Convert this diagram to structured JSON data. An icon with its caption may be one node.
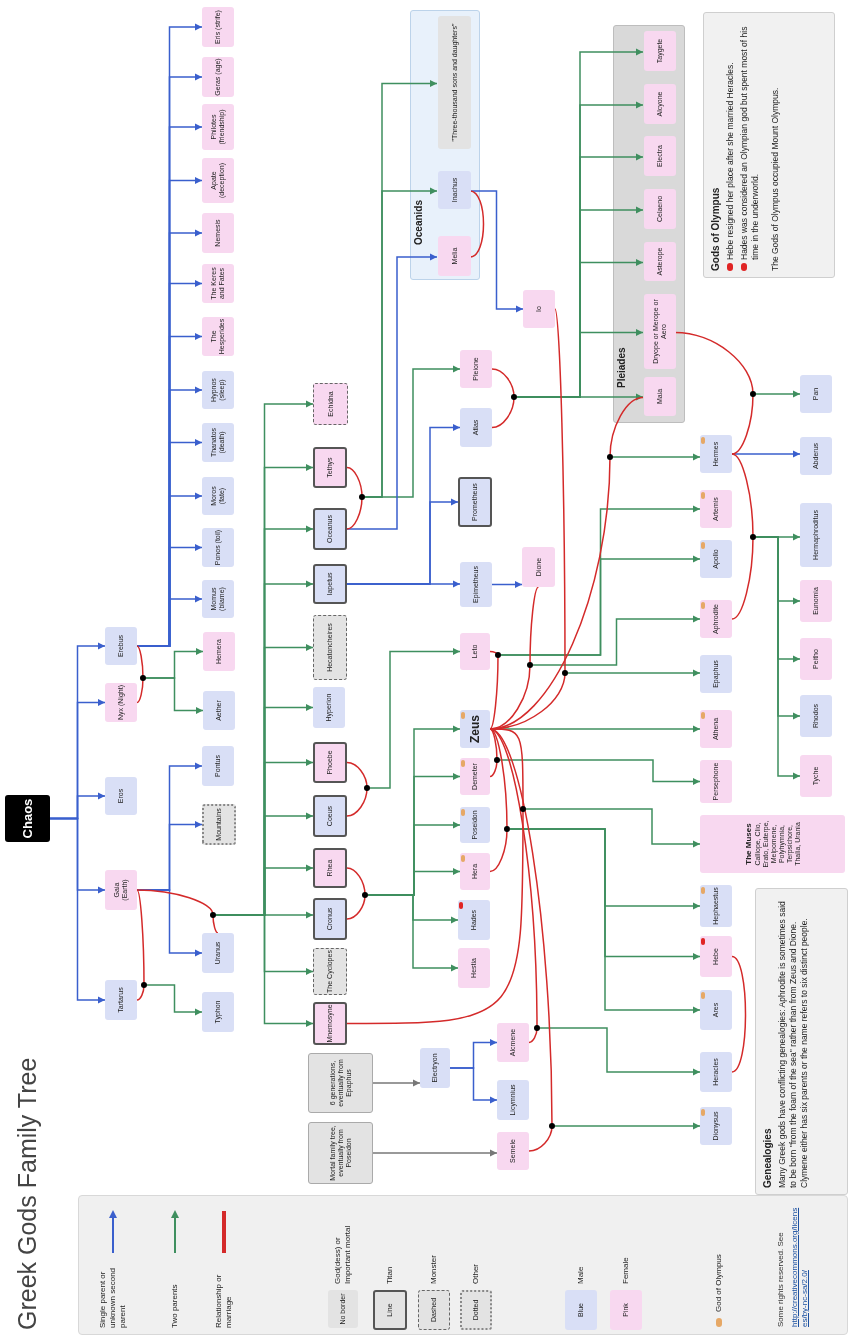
{
  "diagram": {
    "title": "Greek Gods Family Tree",
    "nodes": [
      {
        "text": [
          "Chaos"
        ]
      },
      {
        "text": [
          "Tartarus"
        ]
      },
      {
        "text": [
          "Gaia (Earth)"
        ]
      },
      {
        "text": [
          "Eros"
        ]
      },
      {
        "text": [
          "Nyx (Night)"
        ]
      },
      {
        "text": [
          "Erebus"
        ]
      },
      {
        "text": [
          "Typhon"
        ]
      },
      {
        "text": [
          "Uranus"
        ]
      },
      {
        "text": [
          "Mountains"
        ]
      },
      {
        "text": [
          "Pontus"
        ]
      },
      {
        "text": [
          "Aether"
        ]
      },
      {
        "text": [
          "Hemera"
        ]
      },
      {
        "text": [
          "Momus (blame)"
        ]
      },
      {
        "text": [
          "Ponos (toil)"
        ]
      },
      {
        "text": [
          "Moros (fate)"
        ]
      },
      {
        "text": [
          "Thanatos (death)"
        ]
      },
      {
        "text": [
          "Hypnos (sleep)"
        ]
      },
      {
        "text": [
          "The Hesperides"
        ]
      },
      {
        "text": [
          "The Keres and Fates"
        ]
      },
      {
        "text": [
          "Nemesis"
        ]
      },
      {
        "text": [
          "Apate (deception)"
        ]
      },
      {
        "text": [
          "Philotes (friendship)"
        ]
      },
      {
        "text": [
          "Geras (age)"
        ]
      },
      {
        "text": [
          "Eris (strife)"
        ]
      },
      {
        "text": [
          "Mortal family tree, eventually from Poseidon"
        ]
      },
      {
        "text": [
          "6 generations, eventually from Epaphus"
        ]
      },
      {
        "text": [
          "Mnemosyne"
        ]
      },
      {
        "text": [
          "The Cyclopes"
        ]
      },
      {
        "text": [
          "Cronus"
        ]
      },
      {
        "text": [
          "Rhea"
        ]
      },
      {
        "text": [
          "Coeus"
        ]
      },
      {
        "text": [
          "Phoebe"
        ]
      },
      {
        "text": [
          "Hyperion"
        ]
      },
      {
        "text": [
          "Hecatoncheires"
        ]
      },
      {
        "text": [
          "Iapetus"
        ]
      },
      {
        "text": [
          "Oceanus"
        ]
      },
      {
        "text": [
          "Tethys"
        ]
      },
      {
        "text": [
          "Echidna"
        ]
      },
      {
        "text": [
          "Oceanids"
        ]
      },
      {
        "text": [
          "Melia"
        ],
        "in": 38
      },
      {
        "text": [
          "Inachus"
        ],
        "in": 38
      },
      {
        "text": [
          "\"Three-thousand sons and daughters\""
        ],
        "in": 38
      },
      {
        "text": [
          "Electryon"
        ]
      },
      {
        "text": [
          "Hestia"
        ]
      },
      {
        "text": [
          "Hades"
        ]
      },
      {
        "text": [
          "Hera"
        ]
      },
      {
        "text": [
          "Poseidon"
        ]
      },
      {
        "text": [
          "Demeter"
        ]
      },
      {
        "text": [
          "Zeus"
        ]
      },
      {
        "text": [
          "Leto"
        ]
      },
      {
        "text": [
          "Epimetheus"
        ]
      },
      {
        "text": [
          "Prometheus"
        ]
      },
      {
        "text": [
          "Atlas"
        ]
      },
      {
        "text": [
          "Pleione"
        ]
      },
      {
        "text": [
          "Io"
        ]
      },
      {
        "text": [
          "Dione"
        ]
      },
      {
        "text": [
          "Semele"
        ]
      },
      {
        "text": [
          "Licymnius"
        ]
      },
      {
        "text": [
          "Alcmene"
        ]
      },
      {
        "text": [
          "Pleiades"
        ]
      },
      {
        "text": [
          "Maia"
        ],
        "in": 59
      },
      {
        "text": [
          "Dryope or Merope or Aero"
        ],
        "in": 59
      },
      {
        "text": [
          "Asterope"
        ],
        "in": 59
      },
      {
        "text": [
          "Celaeno"
        ],
        "in": 59
      },
      {
        "text": [
          "Electra"
        ],
        "in": 59
      },
      {
        "text": [
          "Alcyone"
        ],
        "in": 59
      },
      {
        "text": [
          "Taygete"
        ],
        "in": 59
      },
      {
        "text": [
          "Dionysus"
        ]
      },
      {
        "text": [
          "Heracles"
        ]
      },
      {
        "text": [
          "Ares"
        ]
      },
      {
        "text": [
          "Hebe"
        ]
      },
      {
        "text": [
          "Hephaestus"
        ]
      },
      {
        "text": [
          "The Muses",
          "Calliope, Clio, Erato, Euterpe, Melpomene, Polyhymnia, Terpsichore, Thalia, Urania"
        ]
      },
      {
        "text": [
          "Persephone"
        ]
      },
      {
        "text": [
          "Athena"
        ]
      },
      {
        "text": [
          "Epaphus"
        ]
      },
      {
        "text": [
          "Aphrodite"
        ]
      },
      {
        "text": [
          "Apollo"
        ]
      },
      {
        "text": [
          "Artemis"
        ]
      },
      {
        "text": [
          "Hermes"
        ]
      },
      {
        "text": [
          "Tyche"
        ]
      },
      {
        "text": [
          "Rhodos"
        ]
      },
      {
        "text": [
          "Peitho"
        ]
      },
      {
        "text": [
          "Eunomia"
        ]
      },
      {
        "text": [
          "Hermaphroditus"
        ]
      },
      {
        "text": [
          "Abderus"
        ]
      },
      {
        "text": [
          "Pan"
        ]
      },
      {
        "text": [
          "Gods of Olympus",
          "Hebe resigned her place after she married Heracles.",
          "Hades was considered an Olympian god but spent most of his time in the underworld.",
          "The Gods of Olympus occupied Mount Olympus."
        ]
      },
      {
        "text": [
          "Genealogies",
          "Many Greek gods have conflicting genealogies: Aphrodite is sometimes said to be born \"from the foam of the sea\" rather than from Zeus and Dione. Clymene either has six parents or the name refers to six distinct people."
        ]
      },
      {
        "text": [
          "No border"
        ],
        "beside": [
          "God(dess) or Important mortal"
        ]
      },
      {
        "text": [
          "Line"
        ],
        "beside": [
          "Titan"
        ]
      },
      {
        "text": [
          "Dashed"
        ],
        "beside": [
          "Monster"
        ]
      },
      {
        "text": [
          "Dotted"
        ],
        "beside": [
          "Other"
        ]
      },
      {
        "text": [
          "Blue"
        ],
        "beside": [
          "Male"
        ]
      },
      {
        "text": [
          "Pink"
        ],
        "beside": [
          "Female"
        ]
      },
      {
        "text": [],
        "shape": "dot"
      },
      {
        "text": [],
        "shape": "dot"
      },
      {
        "text": [],
        "shape": "dot"
      },
      {
        "text": [],
        "shape": "dot"
      },
      {
        "text": [],
        "shape": "dot"
      },
      {
        "text": [],
        "shape": "dot"
      },
      {
        "text": [],
        "shape": "dot"
      },
      {
        "text": [],
        "shape": "dot"
      },
      {
        "text": [],
        "shape": "dot"
      },
      {
        "text": [],
        "shape": "dot"
      },
      {
        "text": [],
        "shape": "dot"
      },
      {
        "text": [],
        "shape": "dot"
      },
      {
        "text": [],
        "shape": "dot"
      },
      {
        "text": [],
        "shape": "dot"
      },
      {
        "text": [],
        "shape": "dot"
      },
      {
        "text": [],
        "shape": "dot"
      },
      {
        "text": [],
        "shape": "dot"
      },
      {
        "text": [],
        "shape": "dot"
      }
    ],
    "edges": [
      {
        "from": 0,
        "to": 1,
        "arrow": "to",
        "color": "#3a5fcd"
      },
      {
        "from": 0,
        "to": 2,
        "arrow": "to",
        "color": "#3a5fcd"
      },
      {
        "from": 0,
        "to": 3,
        "arrow": "to",
        "color": "#3a5fcd"
      },
      {
        "from": 0,
        "to": 4,
        "arrow": "to",
        "color": "#3a5fcd"
      },
      {
        "from": 0,
        "to": 5,
        "arrow": "to",
        "color": "#3a5fcd"
      },
      {
        "from": 5,
        "to": 12,
        "arrow": "to",
        "color": "#3a5fcd"
      },
      {
        "from": 5,
        "to": 13,
        "arrow": "to",
        "color": "#3a5fcd"
      },
      {
        "from": 5,
        "to": 14,
        "arrow": "to",
        "color": "#3a5fcd"
      },
      {
        "from": 5,
        "to": 15,
        "arrow": "to",
        "color": "#3a5fcd"
      },
      {
        "from": 5,
        "to": 16,
        "arrow": "to",
        "color": "#3a5fcd"
      },
      {
        "from": 5,
        "to": 17,
        "arrow": "to",
        "color": "#3a5fcd"
      },
      {
        "from": 5,
        "to": 18,
        "arrow": "to",
        "color": "#3a5fcd"
      },
      {
        "from": 5,
        "to": 19,
        "arrow": "to",
        "color": "#3a5fcd"
      },
      {
        "from": 5,
        "to": 20,
        "arrow": "to",
        "color": "#3a5fcd"
      },
      {
        "from": 5,
        "to": 21,
        "arrow": "to",
        "color": "#3a5fcd"
      },
      {
        "from": 5,
        "to": 22,
        "arrow": "to",
        "color": "#3a5fcd"
      },
      {
        "from": 5,
        "to": 23,
        "arrow": "to",
        "color": "#3a5fcd"
      },
      {
        "from": 2,
        "to": 7,
        "arrow": "to",
        "color": "#3a5fcd"
      },
      {
        "from": 2,
        "to": 8,
        "arrow": "to",
        "color": "#3a5fcd"
      },
      {
        "from": 2,
        "to": 9,
        "arrow": "to",
        "color": "#3a5fcd"
      },
      {
        "from": 4,
        "to": 5,
        "arrow": "none",
        "color": "#d42a2a"
      },
      {
        "from": 95,
        "to": 10,
        "arrow": "to"
      },
      {
        "from": 95,
        "to": 11,
        "arrow": "to"
      },
      {
        "from": 2,
        "to": 1,
        "arrow": "none",
        "color": "#d42a2a"
      },
      {
        "from": 96,
        "to": 6,
        "arrow": "to"
      },
      {
        "from": 2,
        "to": 7,
        "arrow": "none",
        "color": "#d42a2a"
      },
      {
        "from": 97,
        "to": 26,
        "arrow": "to"
      },
      {
        "from": 97,
        "to": 27,
        "arrow": "to"
      },
      {
        "from": 97,
        "to": 28,
        "arrow": "to"
      },
      {
        "from": 97,
        "to": 29,
        "arrow": "to"
      },
      {
        "from": 97,
        "to": 30,
        "arrow": "to"
      },
      {
        "from": 97,
        "to": 31,
        "arrow": "to"
      },
      {
        "from": 97,
        "to": 32,
        "arrow": "to"
      },
      {
        "from": 97,
        "to": 33,
        "arrow": "to"
      },
      {
        "from": 97,
        "to": 34,
        "arrow": "to"
      },
      {
        "from": 97,
        "to": 35,
        "arrow": "to"
      },
      {
        "from": 97,
        "to": 36,
        "arrow": "to"
      },
      {
        "from": 97,
        "to": 37,
        "arrow": "to"
      },
      {
        "from": 36,
        "to": 35,
        "arrow": "none",
        "color": "#d42a2a"
      },
      {
        "from": 98,
        "to": 41,
        "arrow": "to"
      },
      {
        "from": 98,
        "to": 40,
        "arrow": "to"
      },
      {
        "from": 98,
        "to": 53,
        "arrow": "to"
      },
      {
        "from": 35,
        "to": 39,
        "arrow": "to",
        "color": "#3a5fcd"
      },
      {
        "from": 34,
        "to": 52,
        "arrow": "to",
        "color": "#3a5fcd"
      },
      {
        "from": 34,
        "to": 51,
        "arrow": "to",
        "color": "#3a5fcd"
      },
      {
        "from": 34,
        "to": 50,
        "arrow": "to",
        "color": "#3a5fcd"
      },
      {
        "from": 31,
        "to": 30,
        "arrow": "none",
        "color": "#d42a2a"
      },
      {
        "from": 99,
        "to": 49,
        "arrow": "to"
      },
      {
        "from": 29,
        "to": 28,
        "arrow": "none",
        "color": "#d42a2a"
      },
      {
        "from": 100,
        "to": 48,
        "arrow": "to"
      },
      {
        "from": 100,
        "to": 47,
        "arrow": "to"
      },
      {
        "from": 100,
        "to": 46,
        "arrow": "to"
      },
      {
        "from": 100,
        "to": 45,
        "arrow": "to"
      },
      {
        "from": 100,
        "to": 44,
        "arrow": "to"
      },
      {
        "from": 100,
        "to": 43,
        "arrow": "to"
      },
      {
        "from": 53,
        "to": 52,
        "arrow": "none",
        "color": "#d42a2a"
      },
      {
        "from": 101,
        "to": 60,
        "arrow": "to"
      },
      {
        "from": 101,
        "to": 61,
        "arrow": "to"
      },
      {
        "from": 101,
        "to": 62,
        "arrow": "to"
      },
      {
        "from": 101,
        "to": 63,
        "arrow": "to"
      },
      {
        "from": 101,
        "to": 64,
        "arrow": "to"
      },
      {
        "from": 101,
        "to": 65,
        "arrow": "to"
      },
      {
        "from": 101,
        "to": 66,
        "arrow": "to"
      },
      {
        "from": 39,
        "to": 40,
        "arrow": "none",
        "color": "#d42a2a"
      },
      {
        "from": 40,
        "to": 54,
        "arrow": "to",
        "color": "#3a5fcd"
      },
      {
        "from": 50,
        "to": 55,
        "arrow": "to",
        "color": "#3a5fcd"
      },
      {
        "from": 25,
        "to": 42,
        "arrow": "to",
        "color": "#777777"
      },
      {
        "from": 42,
        "to": 58,
        "arrow": "to",
        "color": "#3a5fcd"
      },
      {
        "from": 42,
        "to": 57,
        "arrow": "to",
        "color": "#3a5fcd"
      },
      {
        "from": 24,
        "to": 56,
        "arrow": "to",
        "color": "#777777"
      },
      {
        "from": 48,
        "to": 49,
        "arrow": "none",
        "color": "#d42a2a"
      },
      {
        "from": 102,
        "to": 78,
        "arrow": "to"
      },
      {
        "from": 102,
        "to": 77,
        "arrow": "to"
      },
      {
        "from": 48,
        "to": 55,
        "arrow": "none",
        "color": "#d42a2a"
      },
      {
        "from": 103,
        "to": 76,
        "arrow": "to"
      },
      {
        "from": 48,
        "to": 54,
        "arrow": "none",
        "color": "#d42a2a"
      },
      {
        "from": 104,
        "to": 75,
        "arrow": "to"
      },
      {
        "from": 48,
        "to": 60,
        "arrow": "none",
        "color": "#d42a2a"
      },
      {
        "from": 105,
        "to": 79,
        "arrow": "to"
      },
      {
        "from": 48,
        "to": 74,
        "arrow": "to"
      },
      {
        "from": 48,
        "to": 47,
        "arrow": "none",
        "color": "#d42a2a"
      },
      {
        "from": 106,
        "to": 73,
        "arrow": "to"
      },
      {
        "from": 48,
        "to": 26,
        "arrow": "none",
        "color": "#d42a2a"
      },
      {
        "from": 107,
        "to": 72,
        "arrow": "to"
      },
      {
        "from": 48,
        "to": 45,
        "arrow": "none",
        "color": "#d42a2a"
      },
      {
        "from": 108,
        "to": 71,
        "arrow": "to"
      },
      {
        "from": 108,
        "to": 70,
        "arrow": "to"
      },
      {
        "from": 108,
        "to": 69,
        "arrow": "to"
      },
      {
        "from": 48,
        "to": 58,
        "arrow": "none",
        "color": "#d42a2a"
      },
      {
        "from": 109,
        "to": 68,
        "arrow": "to"
      },
      {
        "from": 48,
        "to": 56,
        "arrow": "none",
        "color": "#d42a2a"
      },
      {
        "from": 110,
        "to": 67,
        "arrow": "to"
      },
      {
        "from": 79,
        "to": 76,
        "arrow": "none",
        "color": "#d42a2a"
      },
      {
        "from": 111,
        "to": 84,
        "arrow": "to"
      },
      {
        "from": 111,
        "to": 83,
        "arrow": "to"
      },
      {
        "from": 111,
        "to": 82,
        "arrow": "to"
      },
      {
        "from": 111,
        "to": 81,
        "arrow": "to"
      },
      {
        "from": 111,
        "to": 80,
        "arrow": "to"
      },
      {
        "from": 79,
        "to": 61,
        "arrow": "none",
        "color": "#d42a2a"
      },
      {
        "from": 112,
        "to": 86,
        "arrow": "to"
      },
      {
        "from": 79,
        "to": 85,
        "arrow": "to",
        "color": "#3a5fcd"
      },
      {
        "from": 70,
        "to": 68,
        "arrow": "none",
        "color": "#d42a2a"
      }
    ],
    "labels": [
      "Some rights reserved. See",
      "http://creativecommons.org/licenses/by-nc-sa/2.0/"
    ],
    "legend": [
      {
        "text": "Single parent or unknown second parent"
      },
      {
        "text": "Two parents"
      },
      {
        "text": "Relationship or marriage"
      },
      {
        "text": "God of Olympus",
        "color": "#e6a866"
      }
    ]
  }
}
